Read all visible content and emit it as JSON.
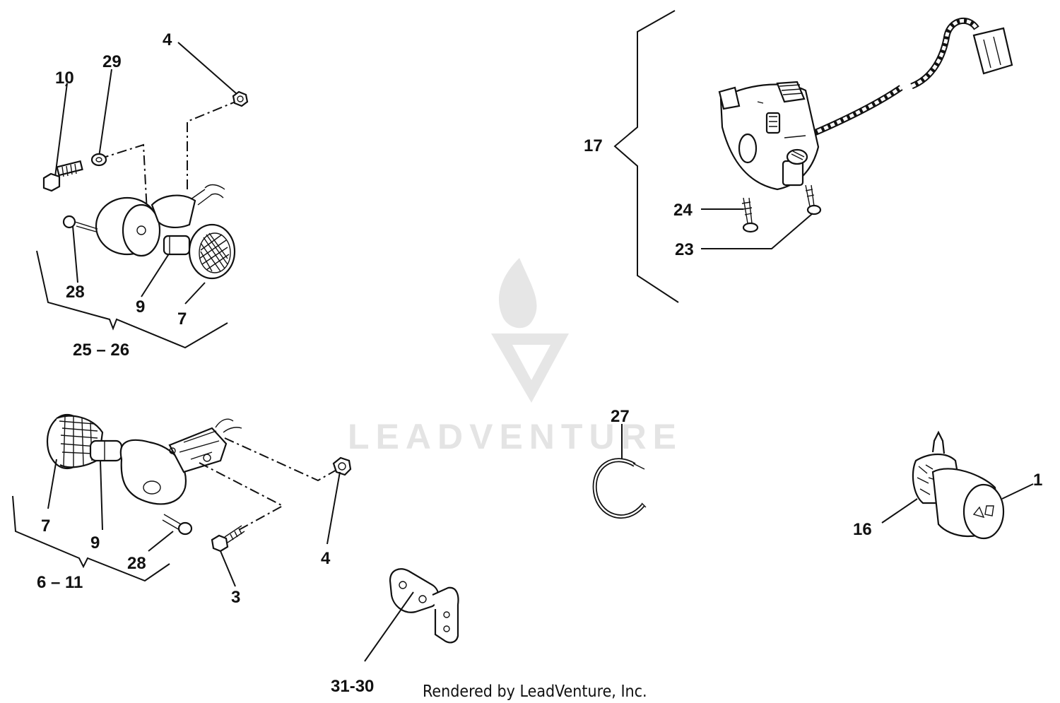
{
  "labels": {
    "l10": "10",
    "l29": "29",
    "l4a": "4",
    "l28a": "28",
    "l9a": "9",
    "l7a": "7",
    "l25_26": "25 – 26",
    "l17": "17",
    "l24": "24",
    "l23": "23",
    "l7b": "7",
    "l9b": "9",
    "l28b": "28",
    "l6_11": "6 – 11",
    "l3": "3",
    "l4b": "4",
    "l27": "27",
    "l1": "1",
    "l16": "16",
    "l31_30": "31-30"
  },
  "watermark": {
    "brand": "LEADVENTURE"
  },
  "footer": {
    "text": "Rendered by LeadVenture, Inc."
  }
}
